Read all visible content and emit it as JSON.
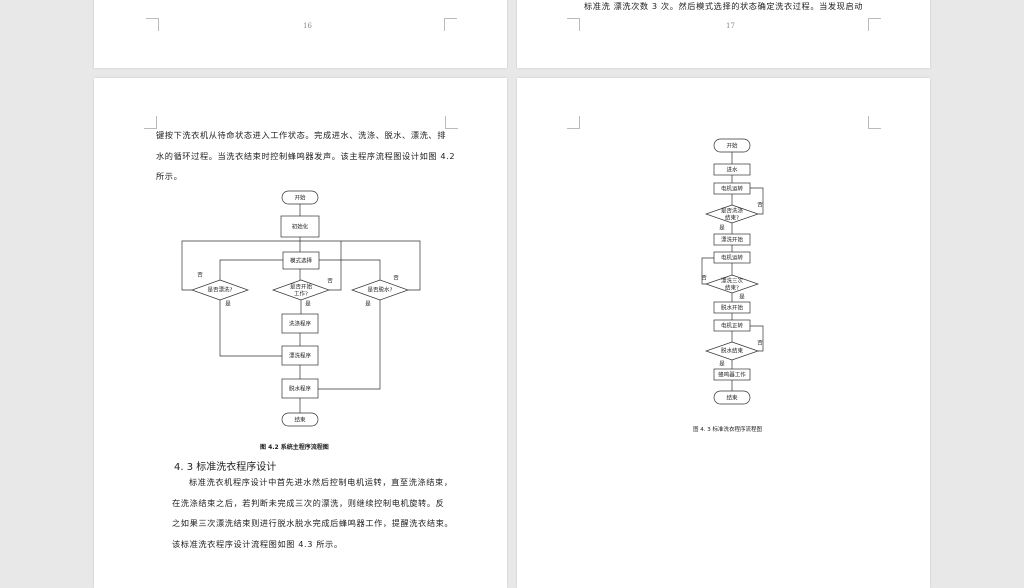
{
  "page16": {
    "number": "16"
  },
  "page17": {
    "number": "17",
    "top_text": "标准洗    漂洗次数 3 次。然后模式选择的状态确定洗衣过程。当发现启动"
  },
  "page_left": {
    "para1": [
      "键按下洗衣机从待命状态进入工作状态。完成进水、洗涤、脱水、漂洗、排",
      "水的循环过程。当洗衣结束时控制蜂鸣器发声。该主程序流程图设计如图 4.2",
      "所示。"
    ],
    "flow": {
      "start": "开始",
      "init": "初始化",
      "mode": "模式选择",
      "d_rinse": "是否漂洗?",
      "d_work1": "是否开始",
      "d_work2": "工作?",
      "d_spin": "是否脱水?",
      "wash": "洗涤程序",
      "rinse": "漂洗程序",
      "spin": "脱水程序",
      "end": "结束",
      "yes": "是",
      "no": "否"
    },
    "caption": "图 4.2  系统主程序流程图",
    "heading": "4. 3  标准洗衣程序设计",
    "para2": [
      "标准洗衣机程序设计中首先进水然后控制电机运转，直至洗涤结束，",
      "在洗涤结束之后，若判断未完成三次的漂洗，则继续控制电机旋转。反",
      "之如果三次漂洗结束则进行脱水脱水完成后蜂鸣器工作，提醒洗衣结束。",
      "该标准洗衣程序设计流程图如图 4.3 所示。"
    ]
  },
  "page_right": {
    "flow": {
      "start": "开始",
      "water": "进水",
      "motor1": "电机运转",
      "d_wash1": "是否洗涤",
      "d_wash2": "结束?",
      "rinse_start": "漂洗开始",
      "motor2": "电机运转",
      "d_rinse1": "漂洗三次",
      "d_rinse2": "结束?",
      "spin_start": "脱水开始",
      "motor3": "电机正转",
      "d_spin": "脱水结束",
      "buzzer": "蜂鸣器工作",
      "end": "结束",
      "yes": "是",
      "no": "否"
    },
    "caption": "图 4. 3  标准洗衣程序流程图"
  }
}
